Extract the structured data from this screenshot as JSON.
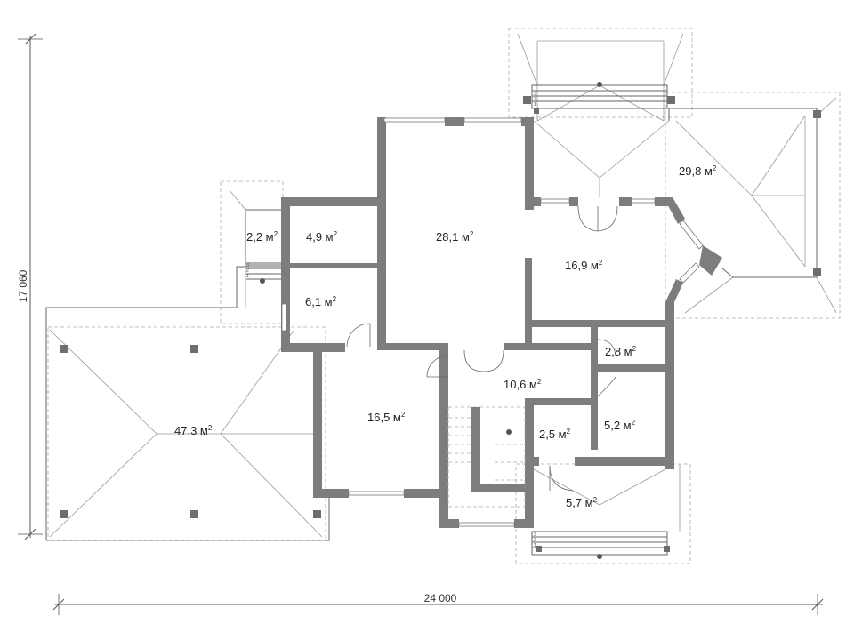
{
  "dimensions": {
    "width_label": "24 000",
    "height_label": "17 060"
  },
  "rooms": [
    {
      "id": "terrace-west",
      "value": "47,3 м",
      "sup": "2"
    },
    {
      "id": "porch-nw",
      "value": "2,2 м",
      "sup": "2"
    },
    {
      "id": "vestibule",
      "value": "4,9 м",
      "sup": "2"
    },
    {
      "id": "bath-west",
      "value": "6,1 м",
      "sup": "2"
    },
    {
      "id": "living",
      "value": "28,1 м",
      "sup": "2"
    },
    {
      "id": "dining",
      "value": "16,9 м",
      "sup": "2"
    },
    {
      "id": "terrace-east",
      "value": "29,8 м",
      "sup": "2"
    },
    {
      "id": "bedroom",
      "value": "16,5 м",
      "sup": "2"
    },
    {
      "id": "hall",
      "value": "10,6 м",
      "sup": "2"
    },
    {
      "id": "pantry",
      "value": "2,8 м",
      "sup": "2"
    },
    {
      "id": "wc",
      "value": "2,5 м",
      "sup": "2"
    },
    {
      "id": "boiler",
      "value": "5,2 м",
      "sup": "2"
    },
    {
      "id": "porch-south",
      "value": "5,7 м",
      "sup": "2"
    }
  ],
  "step_numbers": [
    "3",
    "2",
    "1"
  ]
}
